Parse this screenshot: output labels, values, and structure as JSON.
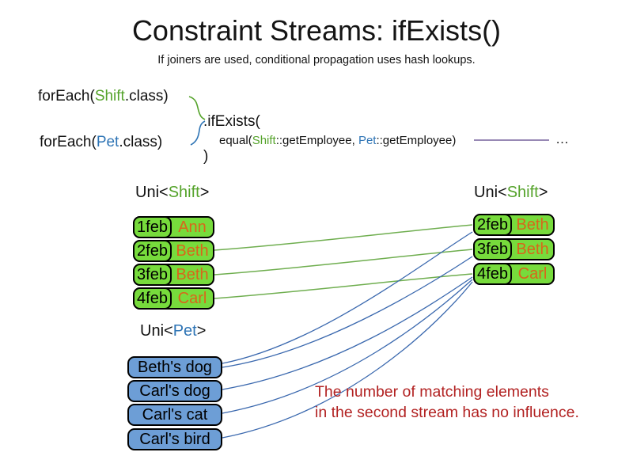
{
  "slide": {
    "title": "Constraint Streams: ifExists()",
    "subtitle": "If joiners are used, conditional propagation uses hash lookups."
  },
  "code": {
    "foreach_shift": {
      "pre": "forEach(",
      "class_name": "Shift",
      "post": ".class)"
    },
    "foreach_pet": {
      "pre": "forEach(",
      "class_name": "Pet",
      "post": ".class)"
    },
    "if_exists": ".ifExists(",
    "equal": {
      "pre": "equal(",
      "shift_ref": "Shift",
      "mid": "::getEmployee, ",
      "pet_ref": "Pet",
      "post": "::getEmployee)"
    },
    "ellipsis": "…",
    "close_paren": ")"
  },
  "left_shift_table": {
    "header": {
      "pre": "Uni<",
      "type": "Shift",
      "post": ">"
    },
    "rows": [
      {
        "date": "1feb",
        "name": "Ann"
      },
      {
        "date": "2feb",
        "name": "Beth"
      },
      {
        "date": "3feb",
        "name": "Beth"
      },
      {
        "date": "4feb",
        "name": "Carl"
      }
    ]
  },
  "right_shift_table": {
    "header": {
      "pre": "Uni<",
      "type": "Shift",
      "post": ">"
    },
    "rows": [
      {
        "date": "2feb",
        "name": "Beth"
      },
      {
        "date": "3feb",
        "name": "Beth"
      },
      {
        "date": "4feb",
        "name": "Carl"
      }
    ]
  },
  "pet_table": {
    "header": {
      "pre": "Uni<",
      "type": "Pet",
      "post": ">"
    },
    "rows": [
      {
        "label": "Beth's dog"
      },
      {
        "label": "Carl's dog"
      },
      {
        "label": "Carl's cat"
      },
      {
        "label": "Carl's bird"
      }
    ]
  },
  "note": {
    "line1": "The number of matching elements",
    "line2": "in the second stream has no influence."
  },
  "colors": {
    "shift_green": "#55a32b",
    "pet_blue": "#2e74b5",
    "orange_name": "#d9661a",
    "green_fill": "#77db3c",
    "blue_fill": "#6d9ed6",
    "green_line": "#6fae4f",
    "blue_line": "#3a68ae",
    "purple_line": "#75619b",
    "note_red": "#b22222"
  }
}
